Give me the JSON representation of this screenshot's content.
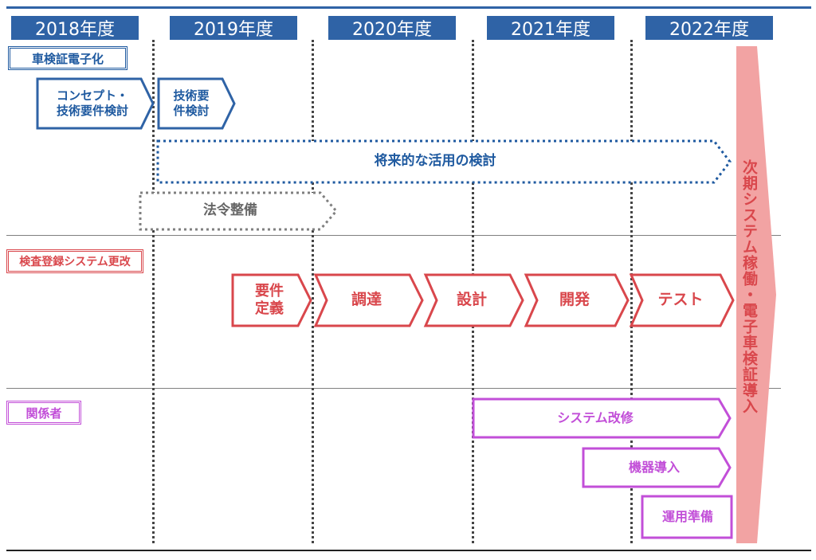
{
  "years": [
    "2018年度",
    "2019年度",
    "2020年度",
    "2021年度",
    "2022年度"
  ],
  "sections": {
    "shaken": {
      "label": "車検証電子化",
      "concept": "コンセプト・\n技術要件検討",
      "tech_req": "技術要\n件検討",
      "future_use": "将来的な活用の検討",
      "law": "法令整備"
    },
    "kensa": {
      "label": "検査登録システム更改",
      "requirements": "要件\n定義",
      "procurement": "調達",
      "design": "設計",
      "development": "開発",
      "test": "テスト"
    },
    "parties": {
      "label": "関係者",
      "system_mod": "システム改修",
      "equipment": "機器導入",
      "operation": "運用準備"
    }
  },
  "final_arrow": "次期システム稼働・電子車検証導入",
  "colors": {
    "blue": "#2f63a6",
    "red": "#d9474c",
    "purple": "#c24fd8",
    "gray": "#7f7f7f",
    "final": "#f2a3a3"
  }
}
